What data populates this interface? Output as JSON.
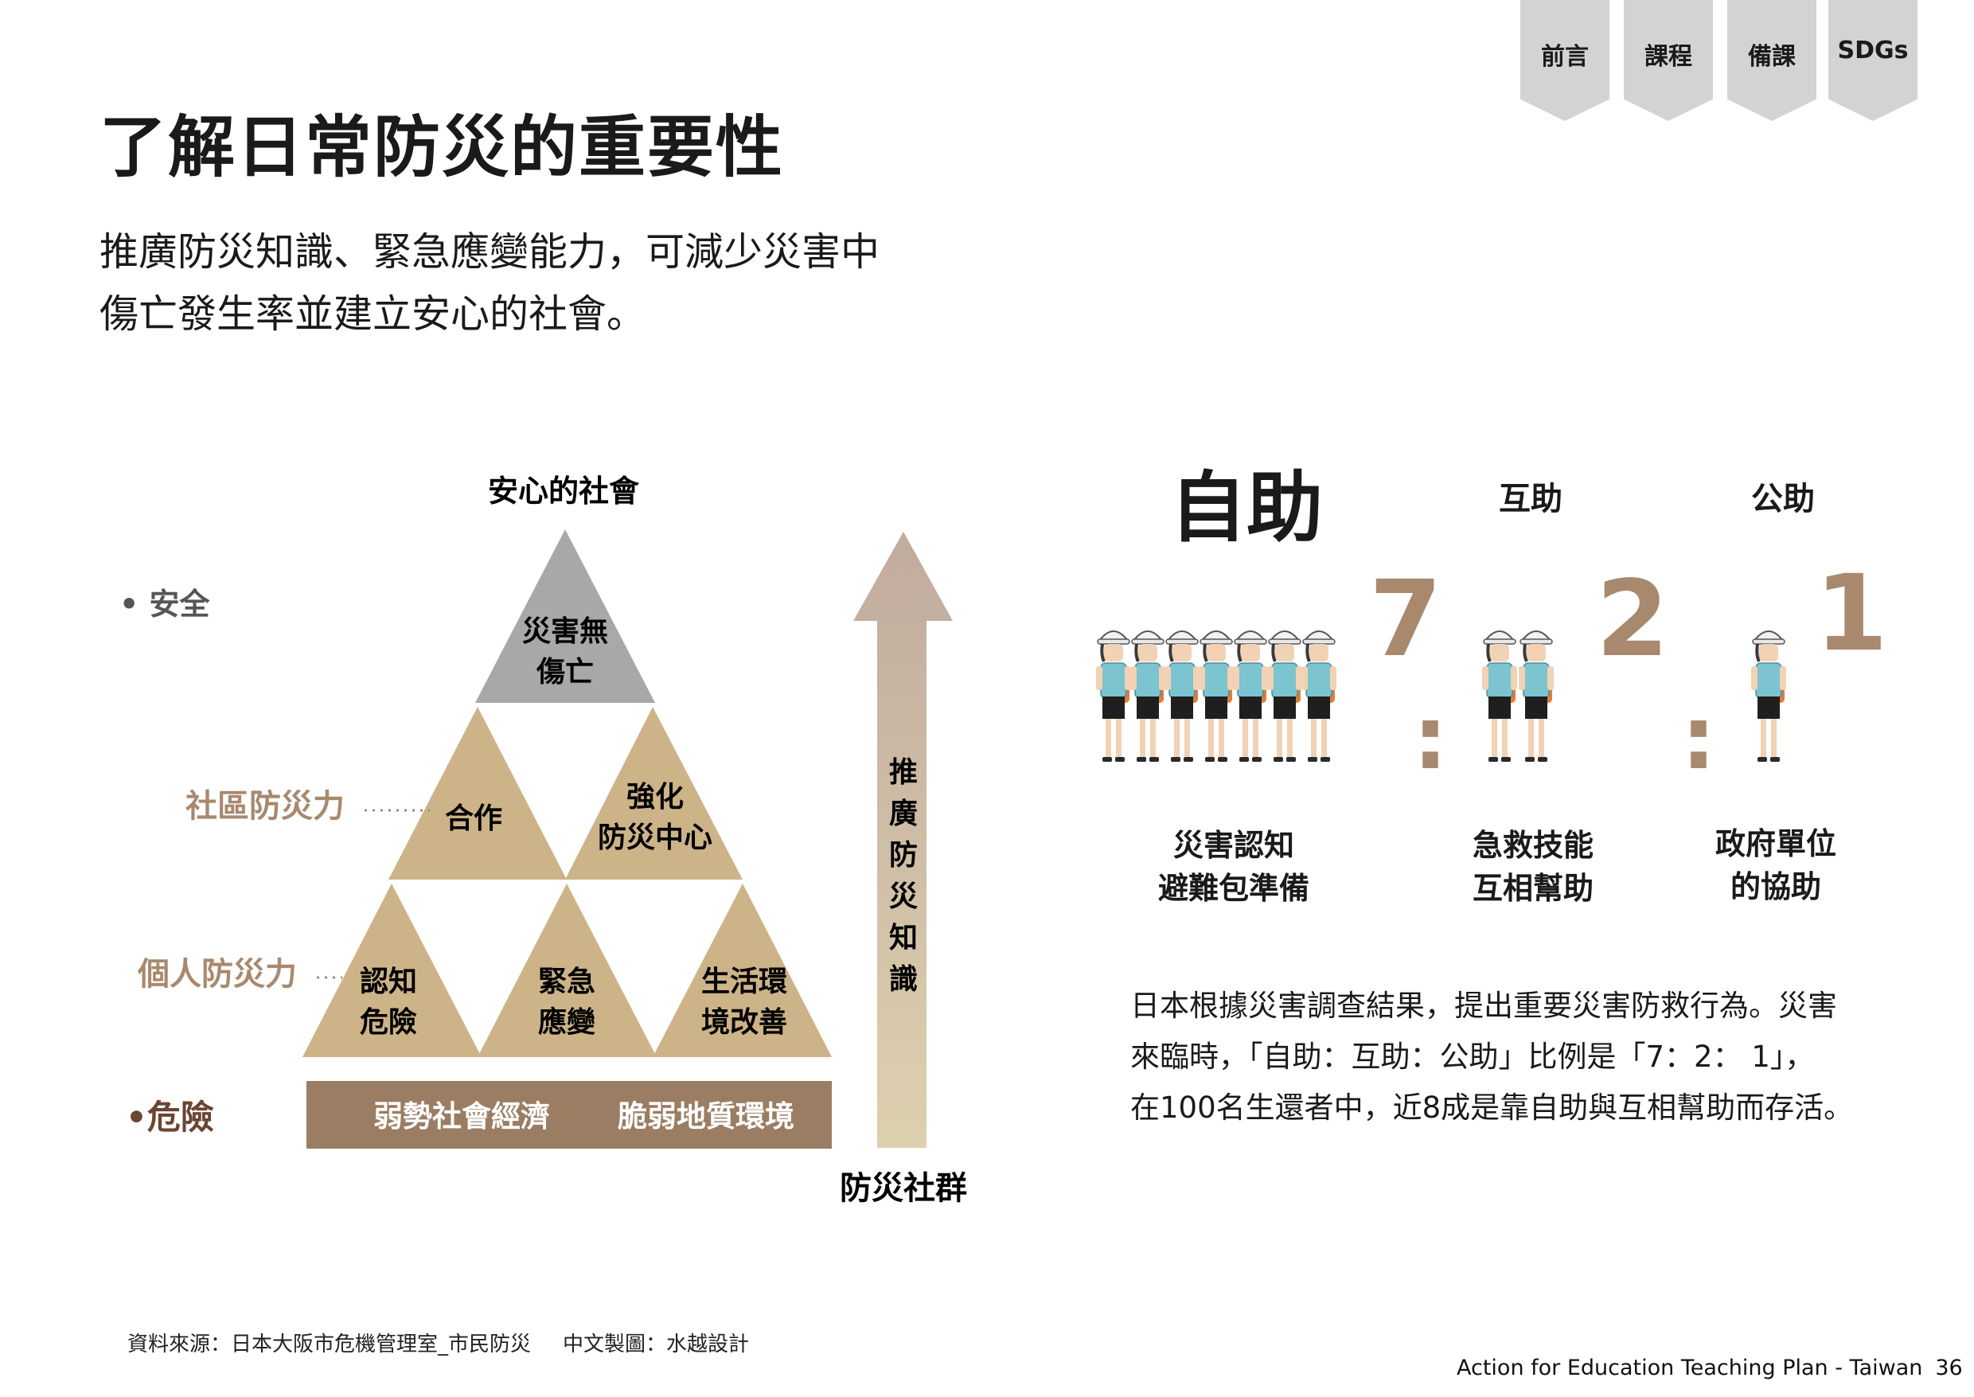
{
  "nav": {
    "tabs": [
      {
        "label": "前言"
      },
      {
        "label": "課程"
      },
      {
        "label": "備課"
      },
      {
        "label": "SDGs"
      }
    ]
  },
  "title": "了解日常防災的重要性",
  "intro": {
    "line1": "推廣防災知識、緊急應變能力，可減少災害中",
    "line2": "傷亡發生率並建立安心的社會。"
  },
  "pyramid": {
    "top_label": "安心的社會",
    "apex": {
      "line1": "災害無",
      "line2": "傷亡"
    },
    "middle": [
      {
        "line1": "合作",
        "line2": ""
      },
      {
        "line1": "強化",
        "line2": "防災中心"
      }
    ],
    "bottom": [
      {
        "line1": "認知",
        "line2": "危險"
      },
      {
        "line1": "緊急",
        "line2": "應變"
      },
      {
        "line1": "生活環",
        "line2": "境改善"
      }
    ],
    "base": {
      "left": "弱勢社會經濟",
      "right": "脆弱地質環境"
    },
    "levels": {
      "safe": "• 安全",
      "community": "社區防災力",
      "personal": "個人防災力",
      "danger": "•危險"
    },
    "arrow_text": "推廣防災知識",
    "arrow_bottom": "防災社群",
    "colors": {
      "apex": "#a8a8a8",
      "tan": "#cdb388",
      "base": "#9a7d62",
      "arrow_top": "#c1ab9e",
      "arrow_bottom": "#ddd0ae",
      "danger": "#6b4533",
      "level": "#a8896e"
    }
  },
  "help": {
    "self": {
      "title": "自助",
      "ratio": "7",
      "desc1": "災害認知",
      "desc2": "避難包準備",
      "people": 7
    },
    "mutual": {
      "title": "互助",
      "ratio": "2",
      "desc1": "急救技能",
      "desc2": "互相幫助",
      "people": 2
    },
    "public": {
      "title": "公助",
      "ratio": "1",
      "desc1": "政府單位",
      "desc2": "的協助",
      "people": 1
    },
    "colon": ":"
  },
  "body": {
    "line1": "日本根據災害調查結果，提出重要災害防救行為。災害",
    "line2": "來臨時，「自助：互助：公助」比例是「7：2： 1」，",
    "line3": "在100名生還者中，近8成是靠自助與互相幫助而存活。"
  },
  "footer": {
    "source": "資料來源：日本大阪市危機管理室_市民防災",
    "credit": "中文製圖：水越設計",
    "plan": "Action for Education Teaching Plan - Taiwan",
    "page": "36"
  }
}
